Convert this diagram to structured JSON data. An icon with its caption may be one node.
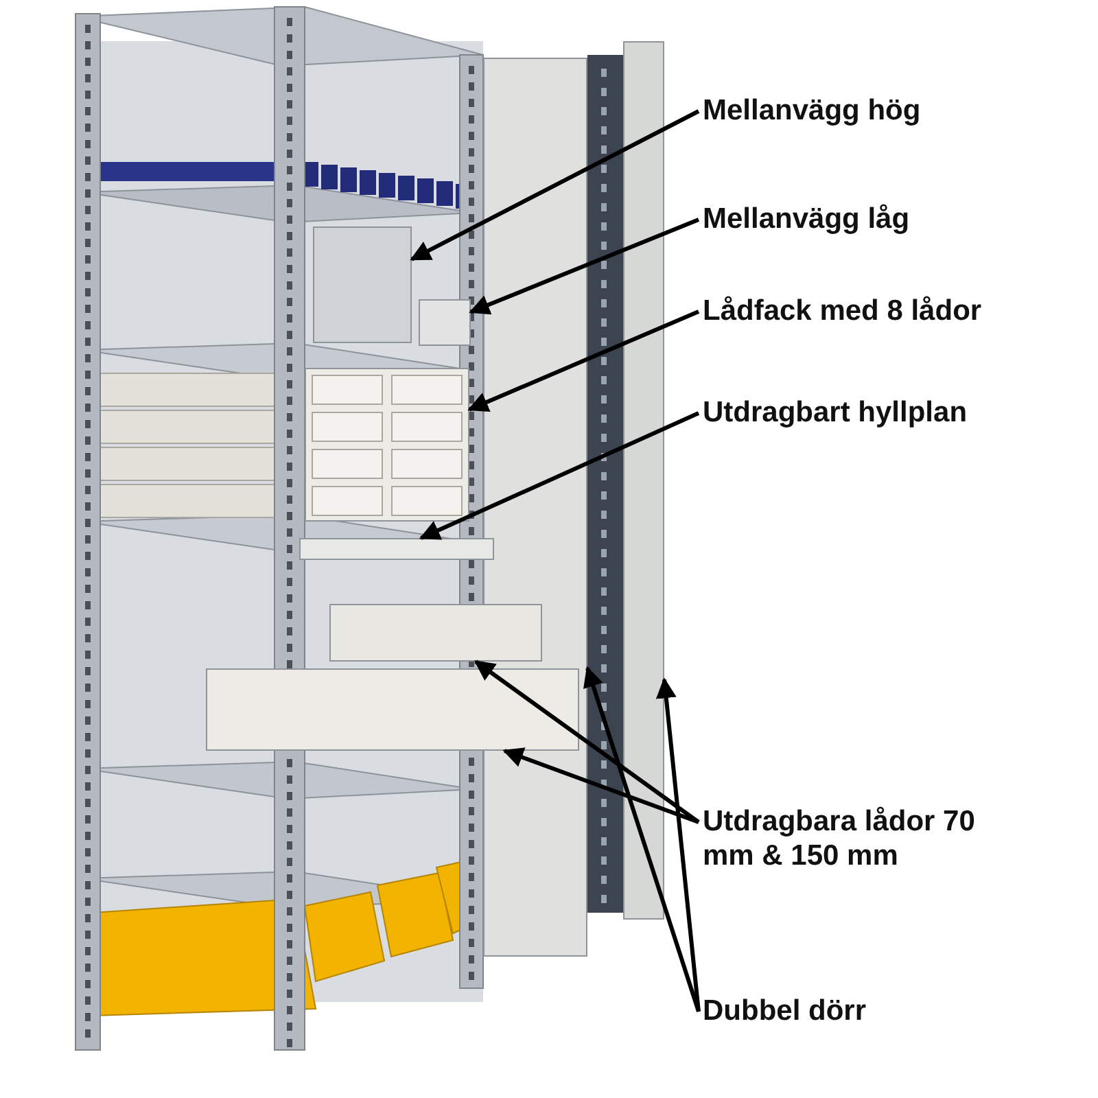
{
  "diagram": {
    "nodes": [
      {
        "text": [
          "Mellanvägg hög"
        ]
      },
      {
        "text": [
          "Mellanvägg låg"
        ]
      },
      {
        "text": [
          "Lådfack med 8 lådor"
        ]
      },
      {
        "text": [
          "Utdragbart hyllplan"
        ]
      },
      {
        "text": [
          "Utdragbara lådor 70 mm & 150 mm"
        ]
      },
      {
        "text": [
          "Dubbel dörr"
        ]
      },
      {
        "text": [],
        "shape": "box"
      },
      {
        "text": [],
        "shape": "box"
      },
      {
        "text": [],
        "shape": "box"
      },
      {
        "text": [],
        "shape": "box"
      },
      {
        "text": [],
        "shape": "box"
      },
      {
        "text": [],
        "shape": "box"
      },
      {
        "text": [],
        "shape": "box"
      },
      {
        "text": [],
        "shape": "box"
      }
    ],
    "edges": [
      {
        "from": 0,
        "to": 6,
        "arrow": "to"
      },
      {
        "from": 1,
        "to": 7,
        "arrow": "to"
      },
      {
        "from": 2,
        "to": 8,
        "arrow": "to"
      },
      {
        "from": 3,
        "to": 9,
        "arrow": "to"
      },
      {
        "from": 4,
        "to": 10,
        "arrow": "to"
      },
      {
        "from": 4,
        "to": 11,
        "arrow": "to"
      },
      {
        "from": 5,
        "to": 12,
        "arrow": "to"
      },
      {
        "from": 5,
        "to": 13,
        "arrow": "to"
      }
    ]
  }
}
